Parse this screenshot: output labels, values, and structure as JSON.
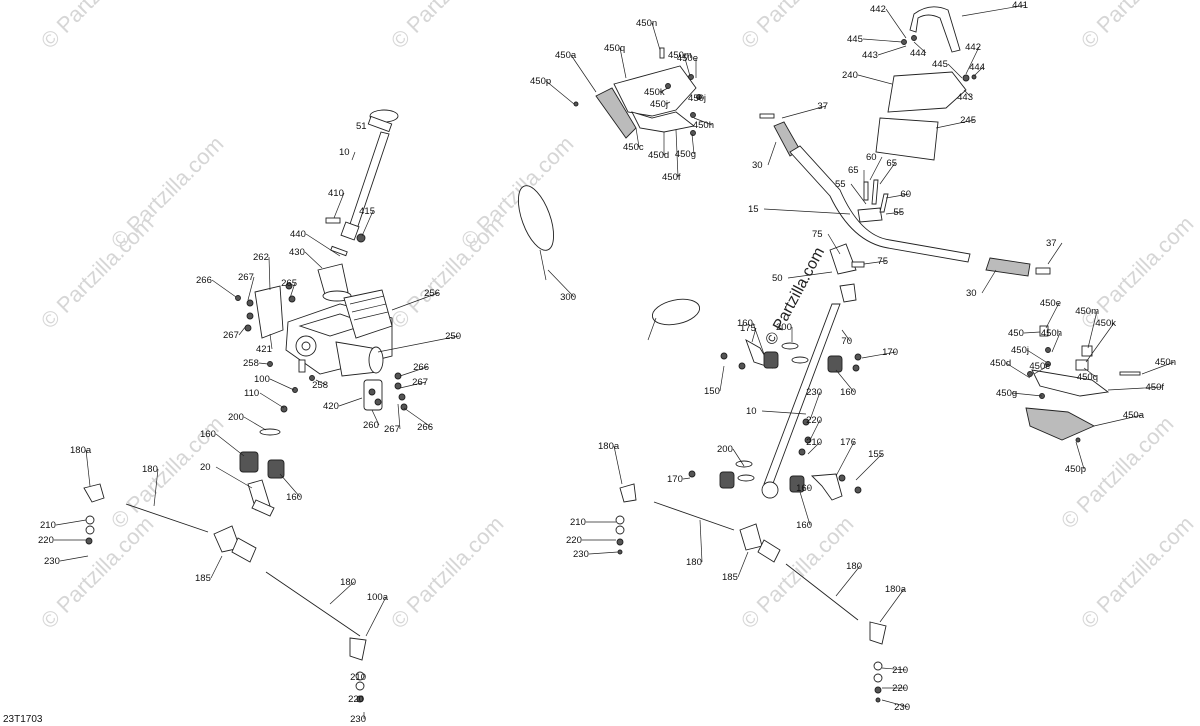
{
  "diagram_code": "23T1703",
  "brand": "© Partzilla.com",
  "watermarks": [
    "© Partzilla.com",
    "© Partzilla.com",
    "© Partzilla.com",
    "© Partzilla.com",
    "© Partzilla.com",
    "© Partzilla.com",
    "© Partzilla.com",
    "© Partzilla.com",
    "© Partzilla.com",
    "© Partzilla.com",
    "© Partzilla.com",
    "© Partzilla.com",
    "© Partzilla.com",
    "© Partzilla.com",
    "© Partzilla.com"
  ],
  "callouts": [
    "51",
    "10",
    "410",
    "415",
    "440",
    "430",
    "262",
    "266",
    "267",
    "265",
    "256",
    "267",
    "421",
    "250",
    "258",
    "100",
    "258",
    "266",
    "420",
    "267",
    "110",
    "260",
    "267",
    "266",
    "200",
    "160",
    "160",
    "20",
    "180a",
    "180",
    "210",
    "220",
    "230",
    "185",
    "180",
    "100a",
    "210",
    "220",
    "230",
    "450n",
    "450q",
    "450m",
    "450e",
    "450a",
    "450p",
    "450k",
    "450j",
    "450j",
    "450h",
    "450c",
    "450d",
    "450g",
    "450f",
    "442",
    "441",
    "445",
    "444",
    "443",
    "442",
    "445",
    "444",
    "443",
    "240",
    "245",
    "37",
    "30",
    "65",
    "60",
    "65",
    "55",
    "60",
    "15",
    "55",
    "75",
    "75",
    "50",
    "37",
    "30",
    "175",
    "160",
    "200",
    "70",
    "170",
    "150",
    "160",
    "230",
    "10",
    "220",
    "210",
    "176",
    "155",
    "160",
    "200",
    "170",
    "160",
    "180a",
    "210",
    "220",
    "230",
    "180",
    "185",
    "180",
    "180a",
    "210",
    "220",
    "230",
    "450e",
    "450m",
    "450k",
    "450",
    "450h",
    "450j",
    "450c",
    "450n",
    "450d",
    "450q",
    "450f",
    "450g",
    "450a",
    "450p",
    "300"
  ]
}
